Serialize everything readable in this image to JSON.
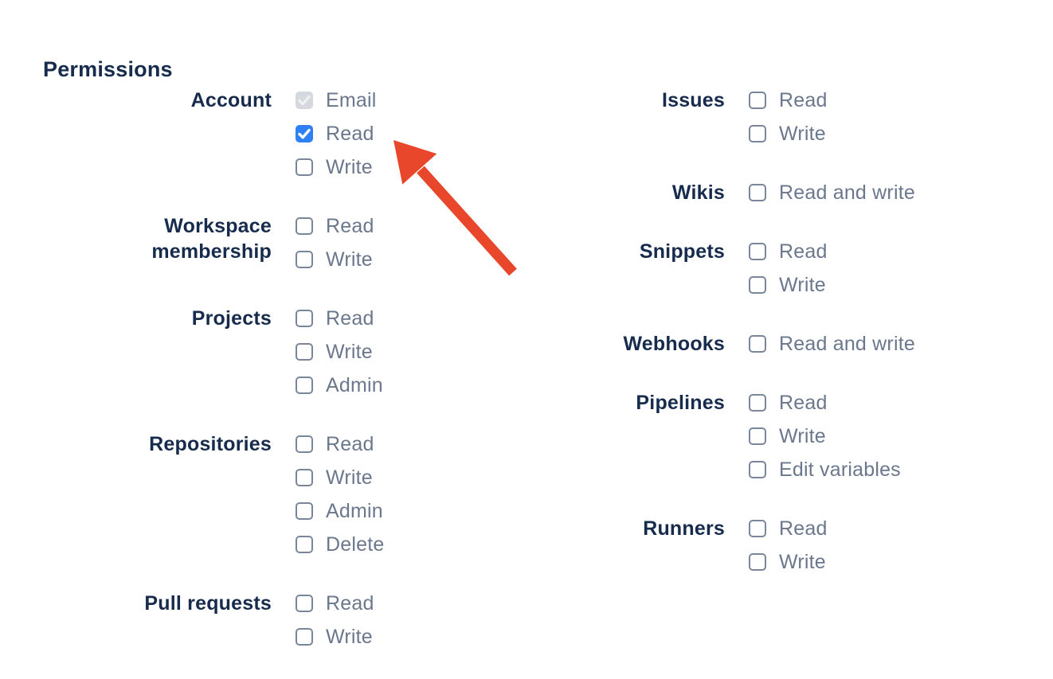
{
  "heading": "Permissions",
  "colors": {
    "heading_text": "#172B4D",
    "group_label_text": "#172B4D",
    "option_label_text": "#6B778C",
    "checkbox_border": "#7A869A",
    "checkbox_checked_bg": "#2F80F5",
    "checkbox_check": "#FFFFFF",
    "checkbox_disabled_bg": "#D5D8DD",
    "checkbox_disabled_check": "#EEF0F3"
  },
  "columns": [
    {
      "name": "left",
      "groups": [
        {
          "label": "Account",
          "options": [
            {
              "label": "Email",
              "checked": true,
              "disabled": true
            },
            {
              "label": "Read",
              "checked": true,
              "disabled": false
            },
            {
              "label": "Write",
              "checked": false,
              "disabled": false
            }
          ]
        },
        {
          "label": "Workspace membership",
          "options": [
            {
              "label": "Read",
              "checked": false,
              "disabled": false
            },
            {
              "label": "Write",
              "checked": false,
              "disabled": false
            }
          ]
        },
        {
          "label": "Projects",
          "options": [
            {
              "label": "Read",
              "checked": false,
              "disabled": false
            },
            {
              "label": "Write",
              "checked": false,
              "disabled": false
            },
            {
              "label": "Admin",
              "checked": false,
              "disabled": false
            }
          ]
        },
        {
          "label": "Repositories",
          "options": [
            {
              "label": "Read",
              "checked": false,
              "disabled": false
            },
            {
              "label": "Write",
              "checked": false,
              "disabled": false
            },
            {
              "label": "Admin",
              "checked": false,
              "disabled": false
            },
            {
              "label": "Delete",
              "checked": false,
              "disabled": false
            }
          ]
        },
        {
          "label": "Pull requests",
          "options": [
            {
              "label": "Read",
              "checked": false,
              "disabled": false
            },
            {
              "label": "Write",
              "checked": false,
              "disabled": false
            }
          ]
        }
      ]
    },
    {
      "name": "right",
      "groups": [
        {
          "label": "Issues",
          "options": [
            {
              "label": "Read",
              "checked": false,
              "disabled": false
            },
            {
              "label": "Write",
              "checked": false,
              "disabled": false
            }
          ]
        },
        {
          "label": "Wikis",
          "options": [
            {
              "label": "Read and write",
              "checked": false,
              "disabled": false
            }
          ]
        },
        {
          "label": "Snippets",
          "options": [
            {
              "label": "Read",
              "checked": false,
              "disabled": false
            },
            {
              "label": "Write",
              "checked": false,
              "disabled": false
            }
          ]
        },
        {
          "label": "Webhooks",
          "options": [
            {
              "label": "Read and write",
              "checked": false,
              "disabled": false
            }
          ]
        },
        {
          "label": "Pipelines",
          "options": [
            {
              "label": "Read",
              "checked": false,
              "disabled": false
            },
            {
              "label": "Write",
              "checked": false,
              "disabled": false
            },
            {
              "label": "Edit variables",
              "checked": false,
              "disabled": false
            }
          ]
        },
        {
          "label": "Runners",
          "options": [
            {
              "label": "Read",
              "checked": false,
              "disabled": false
            },
            {
              "label": "Write",
              "checked": false,
              "disabled": false
            }
          ]
        }
      ]
    }
  ],
  "annotation": {
    "type": "arrow",
    "color": "#E8472C",
    "points_at": "Account Read checkbox"
  }
}
